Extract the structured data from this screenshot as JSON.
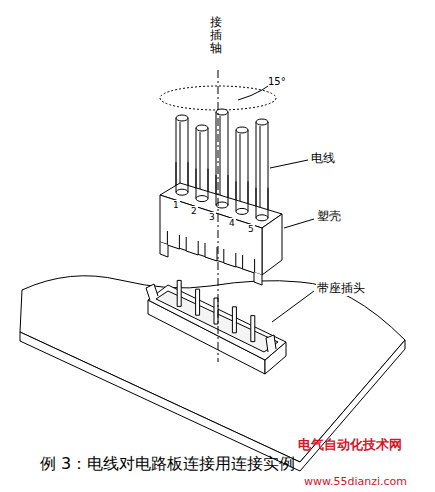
{
  "diagram": {
    "caption": "例 3：电线对电路板连接用连接实例",
    "labels": [
      "接插轴",
      "15°",
      "电线",
      "塑壳",
      "1",
      "2",
      "3",
      "4",
      "5",
      "带座插头",
      "电气自动化技术网",
      "www.55dianzi.com"
    ]
  }
}
